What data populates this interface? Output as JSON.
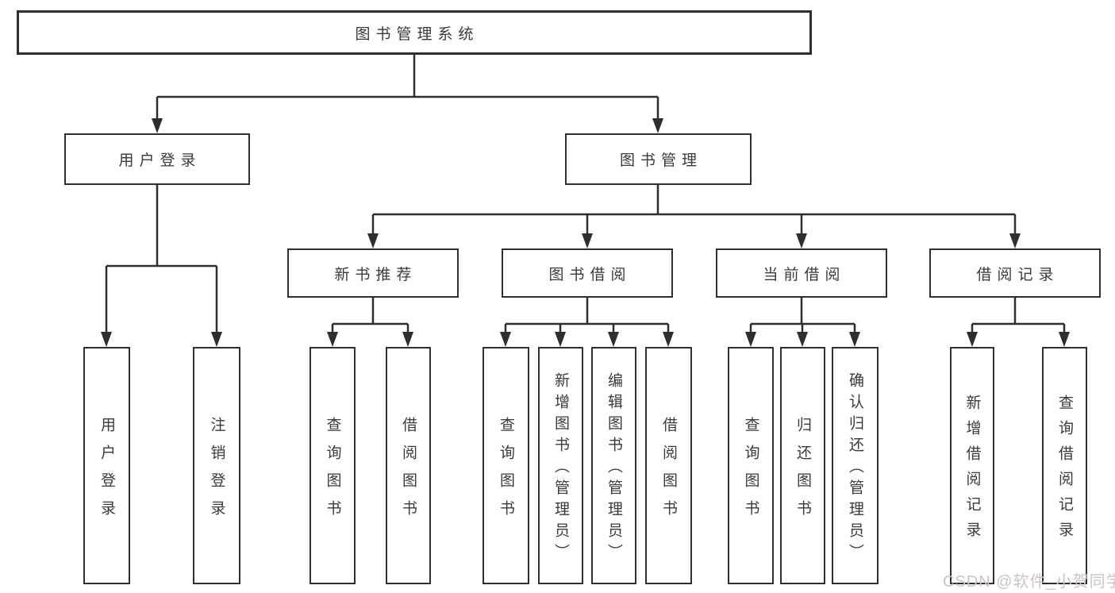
{
  "tree": {
    "root": {
      "label": "图书管理系统"
    },
    "level2": [
      {
        "label": "用户登录"
      },
      {
        "label": "图书管理"
      }
    ],
    "level3": [
      {
        "label": "新书推荐"
      },
      {
        "label": "图书借阅"
      },
      {
        "label": "当前借阅"
      },
      {
        "label": "借阅记录"
      }
    ],
    "leaves": {
      "user_login": [
        {
          "label": "用户登录"
        },
        {
          "label": "注销登录"
        }
      ],
      "new_book": [
        {
          "label": "查询图书"
        },
        {
          "label": "借阅图书"
        }
      ],
      "book_borrow": [
        {
          "label": "查询图书"
        },
        {
          "label": "新增图书（管理员）"
        },
        {
          "label": "编辑图书（管理员）"
        },
        {
          "label": "借阅图书"
        }
      ],
      "current_borrow": [
        {
          "label": "查询图书"
        },
        {
          "label": "归还图书"
        },
        {
          "label": "确认归还（管理员）"
        }
      ],
      "borrow_record": [
        {
          "label": "新增借阅记录"
        },
        {
          "label": "查询借阅记录"
        }
      ]
    }
  },
  "watermark": {
    "text": "CSDN @软件_小贺同学"
  },
  "colors": {
    "line": "#2e2e2e",
    "text": "#3a3a3a",
    "watermark": "#ccc3c6"
  }
}
